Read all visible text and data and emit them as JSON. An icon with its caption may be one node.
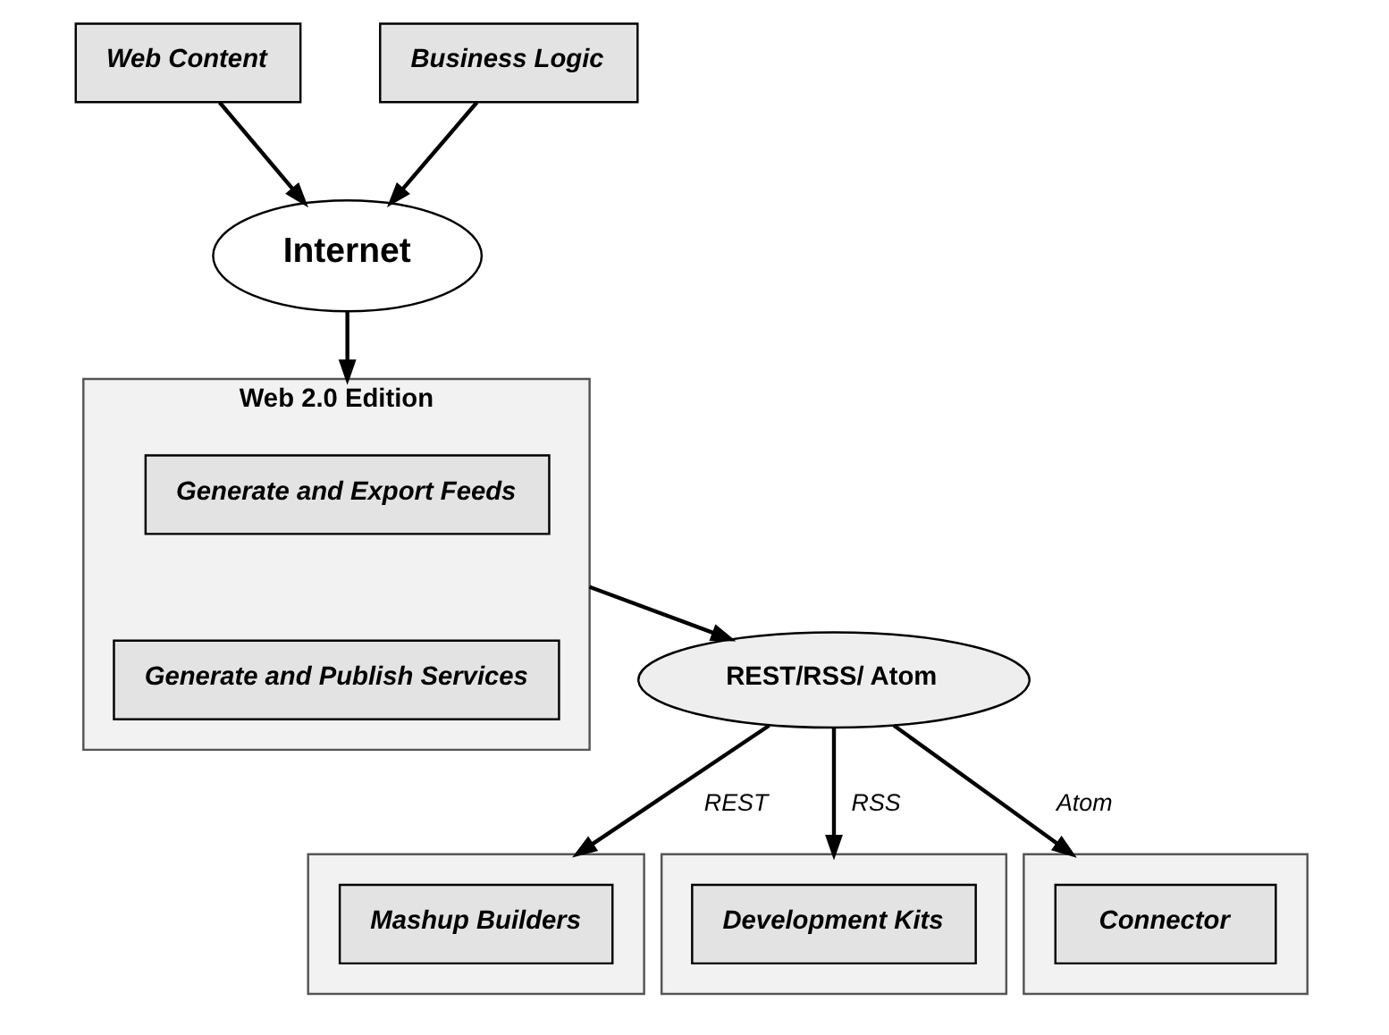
{
  "diagram": {
    "nodes": [
      {
        "text": [
          "Web Content"
        ]
      },
      {
        "text": [
          "Business Logic"
        ]
      },
      {
        "text": [
          "Internet"
        ]
      },
      {
        "text": [
          "Web 2.0 Edition"
        ]
      },
      {
        "text": [
          "Generate and Export Feeds"
        ],
        "in": 3
      },
      {
        "text": [
          "Generate and Publish Services"
        ],
        "in": 3
      },
      {
        "text": [
          "REST/RSS/ Atom"
        ]
      },
      {
        "text": [],
        "shape": "box"
      },
      {
        "text": [
          "Mashup Builders"
        ],
        "in": 7
      },
      {
        "text": [],
        "shape": "box"
      },
      {
        "text": [
          "Development Kits"
        ],
        "in": 9
      },
      {
        "text": [],
        "shape": "box"
      },
      {
        "text": [
          "Connector"
        ],
        "in": 11
      }
    ],
    "edges": [
      {
        "from": 0,
        "to": 2,
        "arrow": "to"
      },
      {
        "from": 1,
        "to": 2,
        "arrow": "to"
      },
      {
        "from": 2,
        "to": 3,
        "arrow": "to"
      },
      {
        "from": 3,
        "to": 6,
        "arrow": "to"
      },
      {
        "from": 6,
        "to": 7,
        "arrow": "to",
        "label": "REST"
      },
      {
        "from": 6,
        "to": 9,
        "arrow": "to",
        "label": "RSS"
      },
      {
        "from": 6,
        "to": 11,
        "arrow": "to",
        "label": "Atom"
      }
    ]
  }
}
